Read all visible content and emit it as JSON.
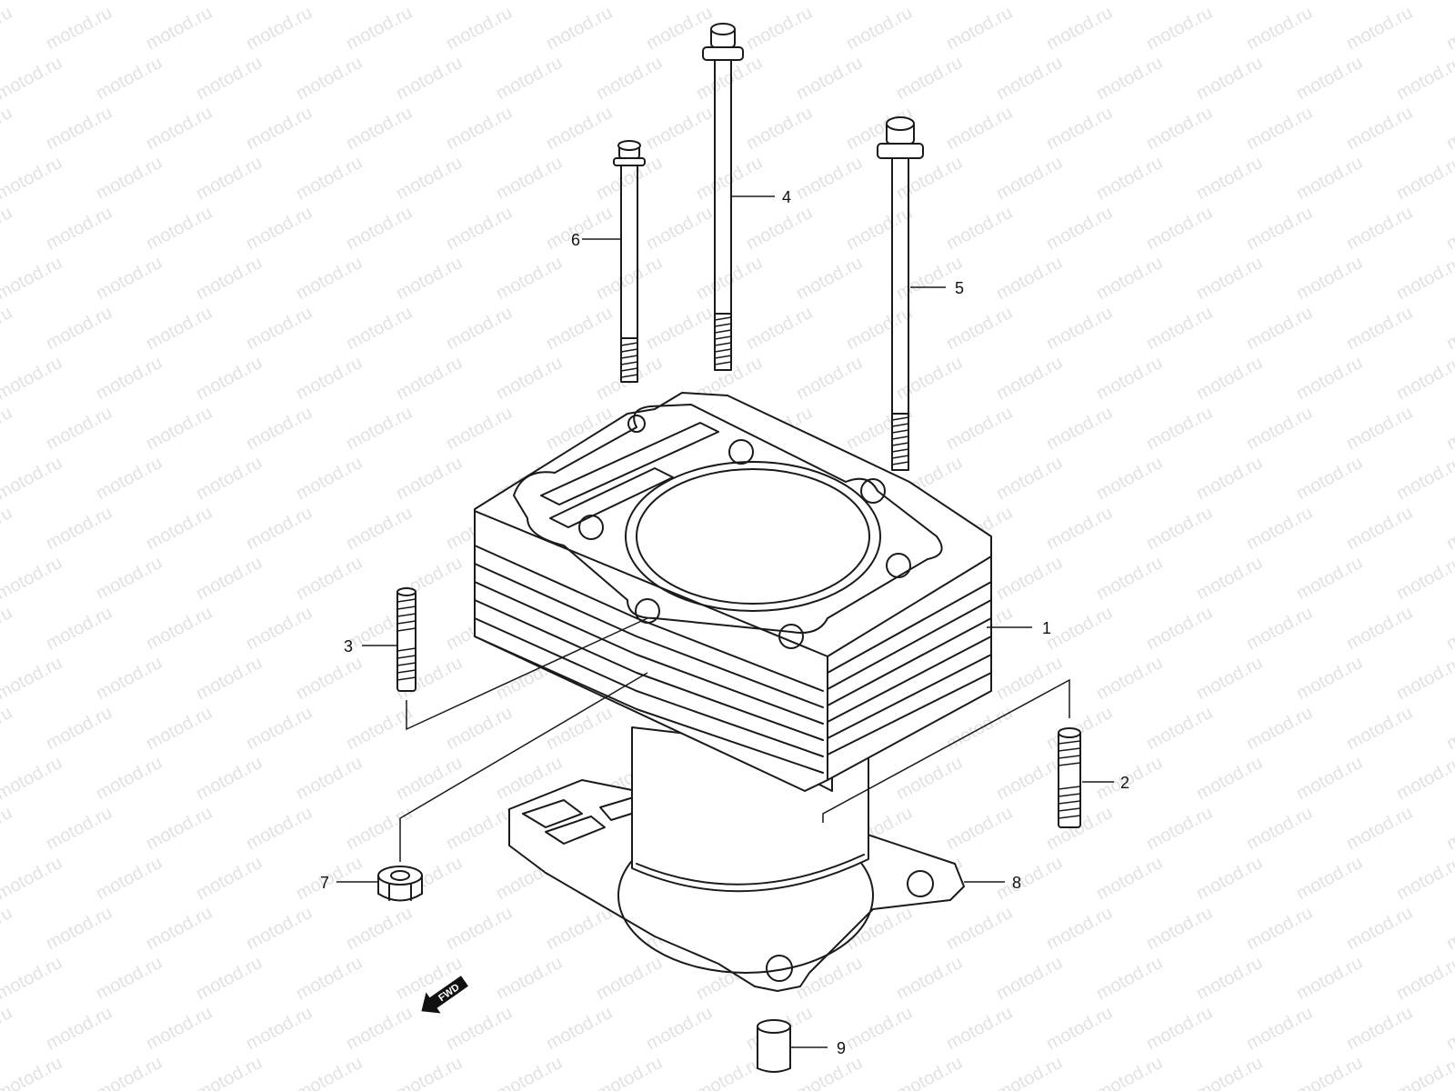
{
  "diagram": {
    "watermark_text": "motod.ru",
    "fwd_label": "FWD",
    "callouts": [
      {
        "id": "1",
        "label": "1"
      },
      {
        "id": "2",
        "label": "2"
      },
      {
        "id": "3",
        "label": "3"
      },
      {
        "id": "4",
        "label": "4"
      },
      {
        "id": "5",
        "label": "5"
      },
      {
        "id": "6",
        "label": "6"
      },
      {
        "id": "7",
        "label": "7"
      },
      {
        "id": "8",
        "label": "8"
      },
      {
        "id": "9",
        "label": "9"
      }
    ],
    "line_color": "#1a1a1a",
    "watermark_color": "#e2e2e2"
  }
}
